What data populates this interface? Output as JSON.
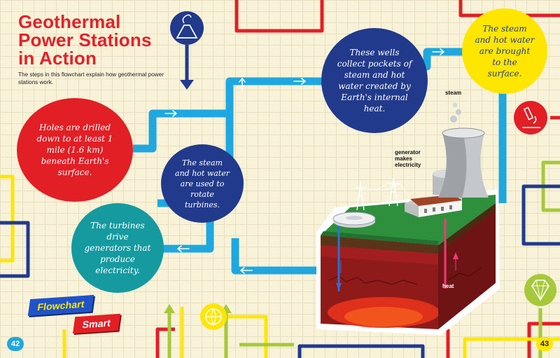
{
  "title": {
    "line1": "Geothermal",
    "line2": "Power Stations",
    "line3": "in Action"
  },
  "intro": "The steps in this flowchart explain how geothermal power stations work.",
  "steps": [
    {
      "text": "Holes are drilled down to at least 1 mile (1.6 km) beneath Earth's surface."
    },
    {
      "text": "These wells collect pockets of steam and hot water created by Earth's internal heat."
    },
    {
      "text": "The steam and hot water are brought to the surface."
    },
    {
      "text": "The steam and hot water are used to rotate turbines."
    },
    {
      "text": "The turbines drive generators that produce electricity."
    }
  ],
  "diagram": {
    "steam_label": "steam",
    "generator_label": "generator makes electricity",
    "heat_label": "heat"
  },
  "badge": {
    "line1": "Flowchart",
    "line2": "Smart"
  },
  "pages": {
    "left": "42",
    "right": "43"
  },
  "colors": {
    "red": "#e31f26",
    "navy": "#223a8c",
    "yellow": "#ffe600",
    "teal": "#159aa0",
    "blue": "#1fa8e0",
    "lime": "#a6c93a"
  },
  "icons": [
    "volcano-icon",
    "microscope-icon",
    "globe-icon",
    "crystal-icon"
  ]
}
